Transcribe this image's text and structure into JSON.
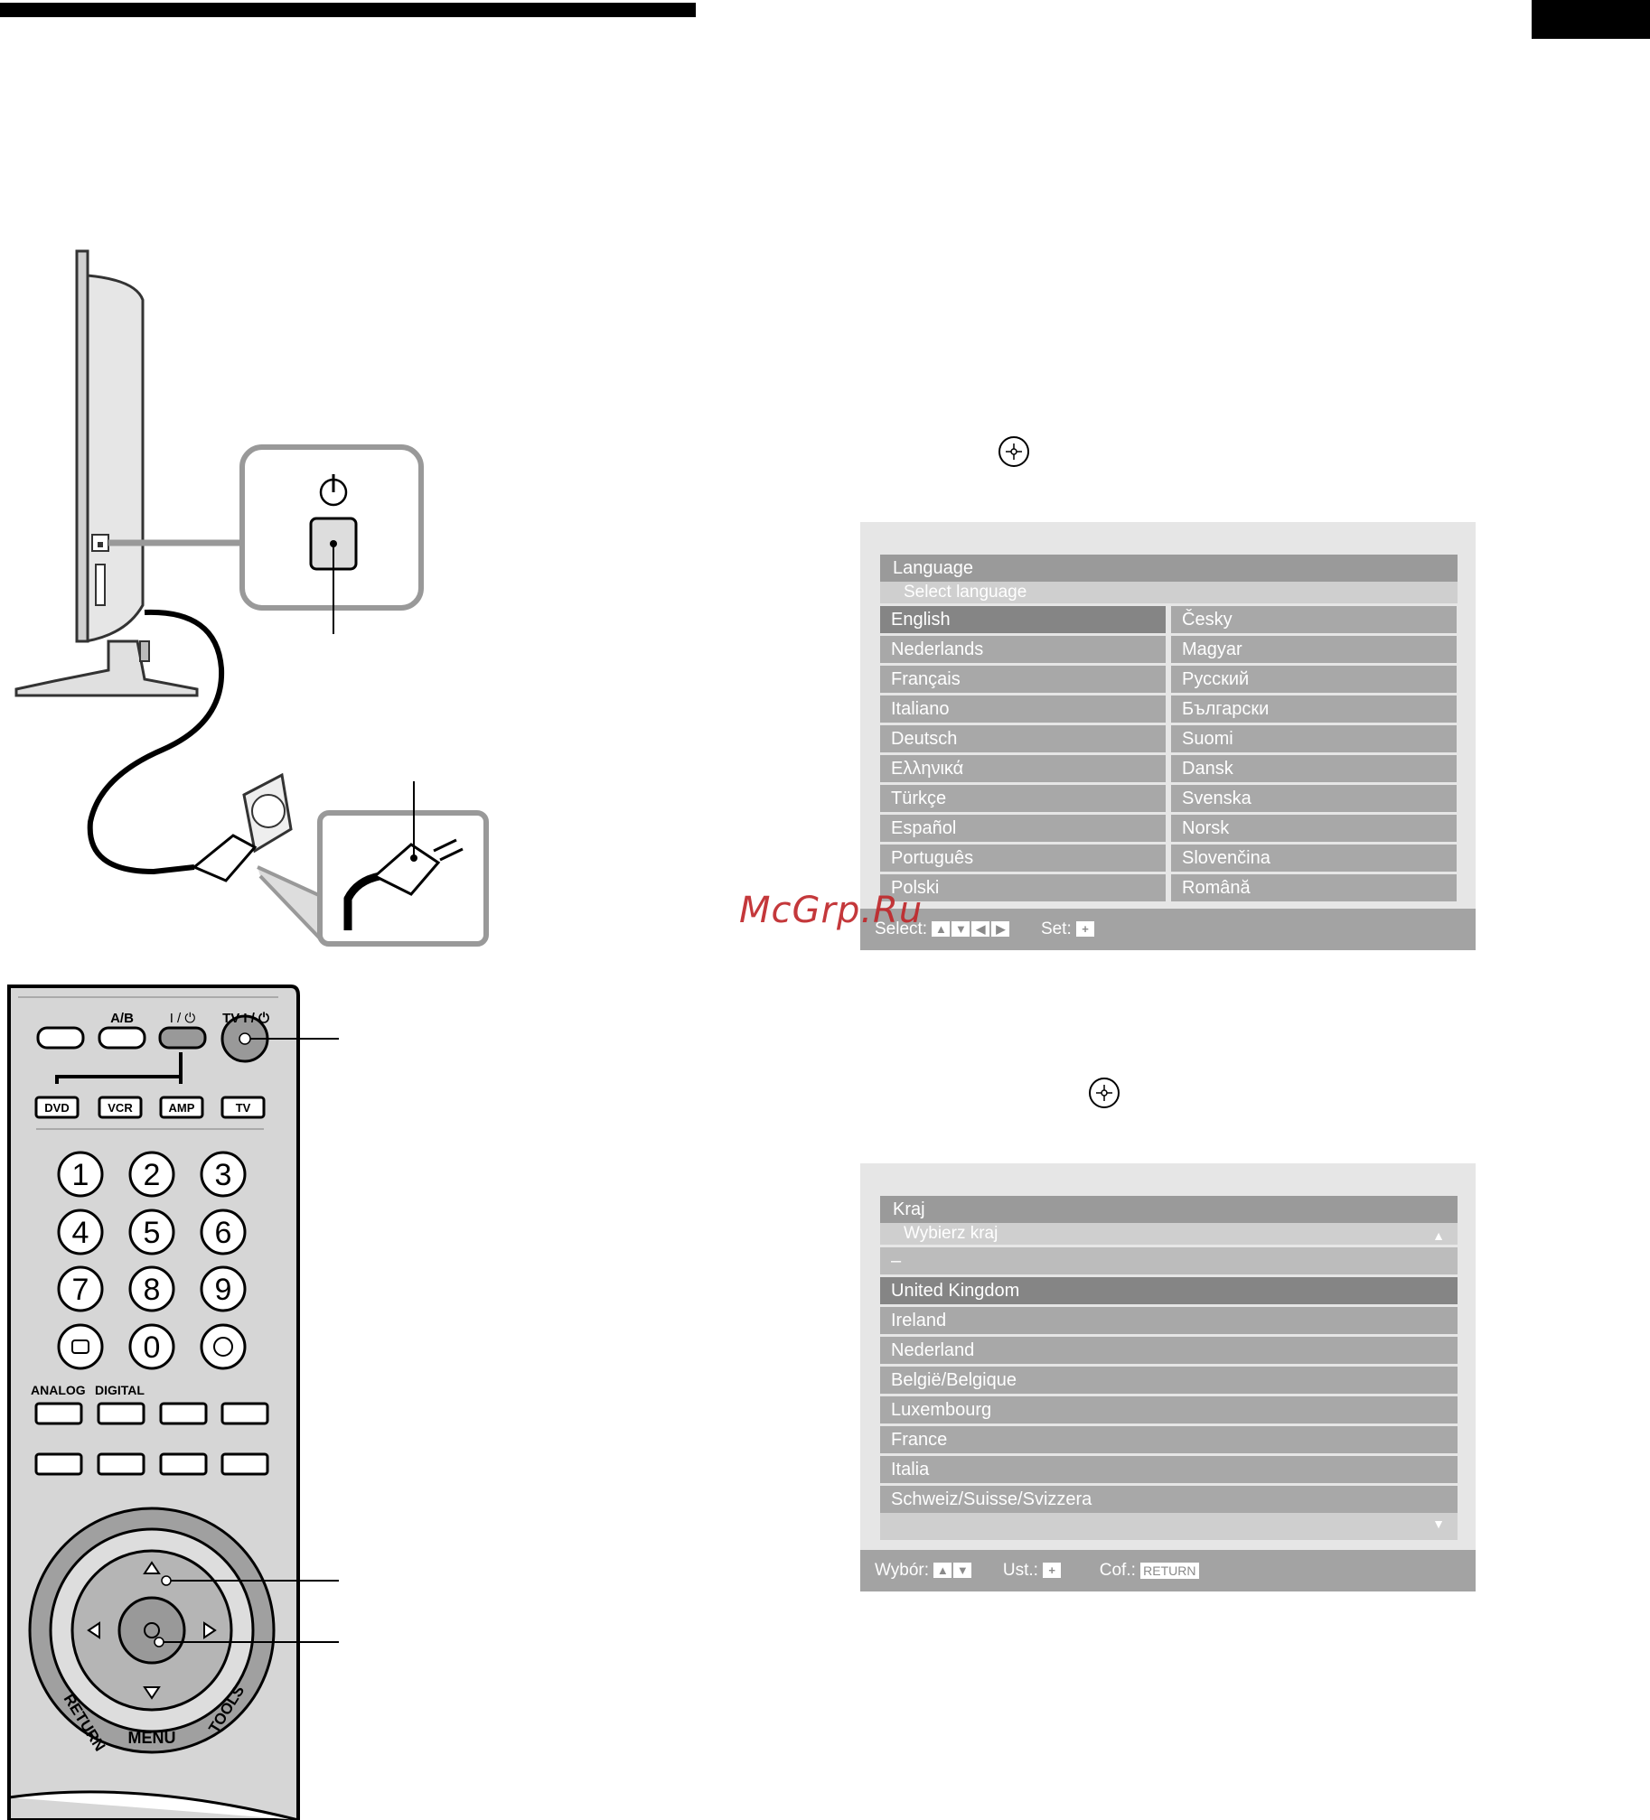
{
  "osd_language": {
    "title": "Language",
    "subtitle": "Select language",
    "left_column": [
      "English",
      "Nederlands",
      "Français",
      "Italiano",
      "Deutsch",
      "Ελληνικά",
      "Türkçe",
      "Español",
      "Português",
      "Polski"
    ],
    "right_column": [
      "Česky",
      "Magyar",
      "Русский",
      "Български",
      "Suomi",
      "Dansk",
      "Svenska",
      "Norsk",
      "Slovenčina",
      "Română"
    ],
    "selected": "English",
    "footer": {
      "select_label": "Select:",
      "set_label": "Set:"
    }
  },
  "osd_country": {
    "title": "Kraj",
    "subtitle": "Wybierz kraj",
    "items": [
      "–",
      "United Kingdom",
      "Ireland",
      "Nederland",
      "België/Belgique",
      "Luxembourg",
      "France",
      "Italia",
      "Schweiz/Suisse/Svizzera"
    ],
    "selected": "United Kingdom",
    "footer": {
      "select_label": "Wybór:",
      "set_label": "Ust.:",
      "back_label": "Cof.:",
      "return_key": "RETURN"
    }
  },
  "remote": {
    "labels": {
      "ab": "A/B",
      "power": "I / ⏻",
      "tv_power": "TV I / ⏻",
      "dvd": "DVD",
      "vcr": "VCR",
      "amp": "AMP",
      "tv": "TV",
      "analog": "ANALOG",
      "digital": "DIGITAL",
      "return": "RETURN",
      "tools": "TOOLS",
      "menu": "MENU"
    },
    "number_keys": [
      "1",
      "2",
      "3",
      "4",
      "5",
      "6",
      "7",
      "8",
      "9",
      "0"
    ]
  },
  "watermark": "McGrp.Ru"
}
